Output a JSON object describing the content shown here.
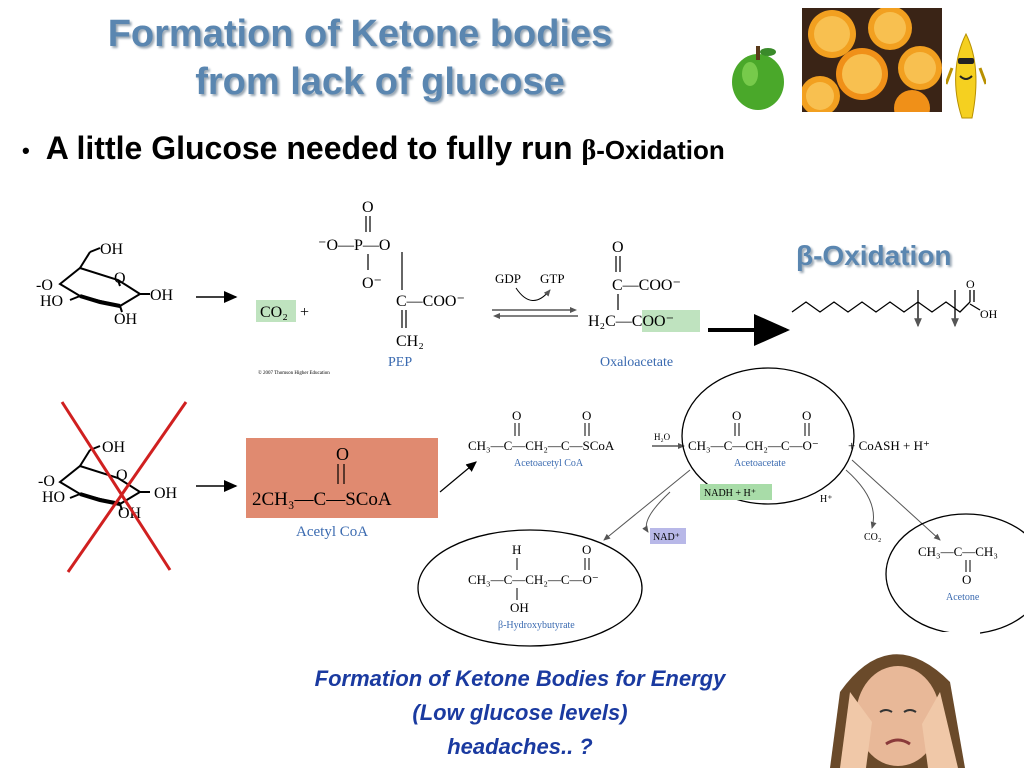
{
  "slide": {
    "title_line1": "Formation of Ketone bodies",
    "title_line2": "from lack of glucose",
    "bullet_prefix": "A little Glucose needed to fully run ",
    "bullet_beta": "β",
    "bullet_suffix": "-Oxidation",
    "caption_line1": "Formation of Ketone Bodies for Energy",
    "caption_line2": "(Low glucose levels)",
    "caption_line3": "headaches.. ?"
  },
  "reaction_top": {
    "co2": "CO₂",
    "plus": "+",
    "pep_label": "PEP",
    "gdp": "GDP",
    "gtp": "GTP",
    "oxaloacetate_label": "Oxaloacetate",
    "copyright": "© 2007 Thomson Higher Education",
    "beta_oxidation": "β-Oxidation"
  },
  "glucose": {
    "oh": "OH",
    "o": "O",
    "ho": "HO",
    "dash": "-O"
  },
  "reaction_bottom": {
    "acetyl_coa_formula": "2CH₃—C—SCoA",
    "acetyl_coa_label": "Acetyl CoA",
    "acetoacetyl_label": "Acetoacetyl CoA",
    "acetoacetate_label": "Acetoacetate",
    "h2o": "H₂O",
    "coash": "+ CoASH + H⁺",
    "nadh": "NADH + H⁺",
    "nad": "NAD⁺",
    "h_plus": "H⁺",
    "co2": "CO₂",
    "hydroxybutyrate_label": "β-Hydroxybutyrate",
    "acetone_label": "Acetone"
  },
  "colors": {
    "title": "#5a86b0",
    "caption": "#1a3aa0",
    "acetyl_box": "#e08a70",
    "co2_box": "#bfe3bf",
    "nadh_box": "#a8dca8",
    "nad_box": "#b8b8e8",
    "cross": "#d02020",
    "label_blue": "#3a6ab0"
  }
}
